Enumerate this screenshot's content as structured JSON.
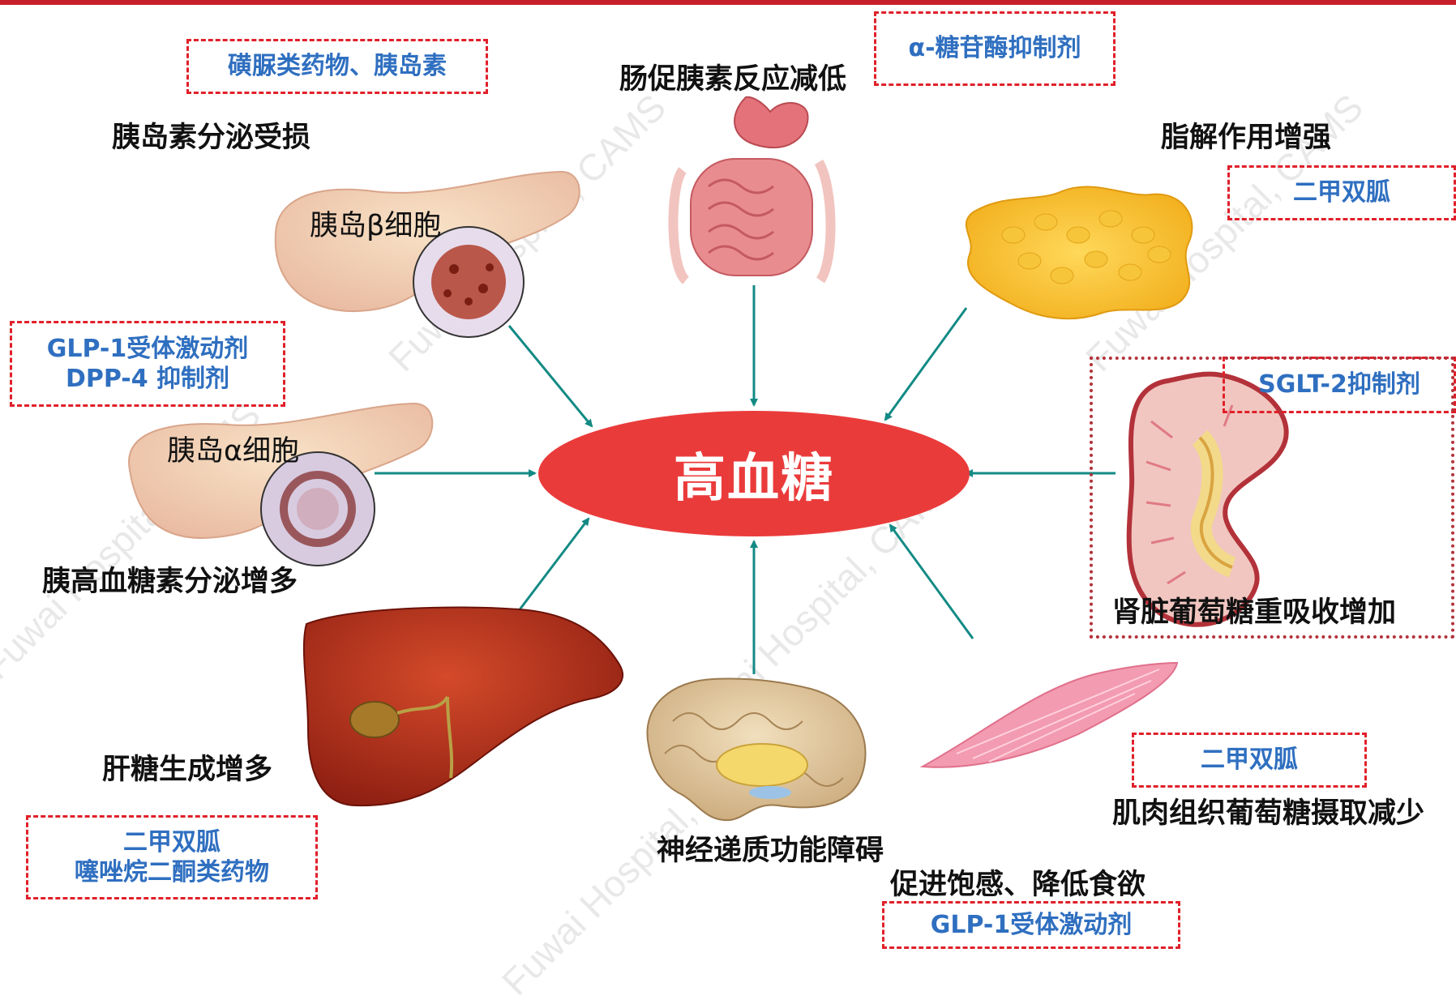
{
  "center": {
    "label": "高血糖",
    "color": "#ea3b3b"
  },
  "mechanisms": {
    "insulin_secretion": "胰岛素分泌受损",
    "incretin": "肠促胰素反应减低",
    "lipolysis": "脂解作用增强",
    "kidney": "肾脏葡萄糖重吸收增加",
    "muscle": "肌肉组织葡萄糖摄取减少",
    "neuro": "神经递质功能障碍",
    "liver": "肝糖生成增多",
    "glucagon": "胰高血糖素分泌增多",
    "satiety": "促进饱感、降低食欲"
  },
  "cells": {
    "beta": "胰岛β细胞",
    "alpha": "胰岛α细胞"
  },
  "drugs": {
    "sulfonylurea": "磺脲类药物、胰岛素",
    "alpha_glucosidase": "α-糖苷酶抑制剂",
    "metformin_fat": "二甲双胍",
    "sglt2": "SGLT-2抑制剂",
    "glp1_dpp4": [
      "GLP-1受体激动剂",
      "DPP-4 抑制剂"
    ],
    "metformin_muscle": "二甲双胍",
    "liver_drugs": [
      "二甲双胍",
      "噻唑烷二酮类药物"
    ],
    "glp1_brain": "GLP-1受体激动剂"
  },
  "colors": {
    "arrow": "#138a84",
    "drug_text": "#2f6fc0",
    "drug_border": "#e0202a",
    "topbar": "#c8202a"
  },
  "watermark": "Fuwai Hospital, CAMS",
  "icons": [
    "pancreas-icon",
    "beta-islet-icon",
    "alpha-islet-icon",
    "stomach-intestine-icon",
    "fat-tissue-icon",
    "kidney-icon",
    "muscle-icon",
    "brain-icon",
    "liver-icon"
  ]
}
